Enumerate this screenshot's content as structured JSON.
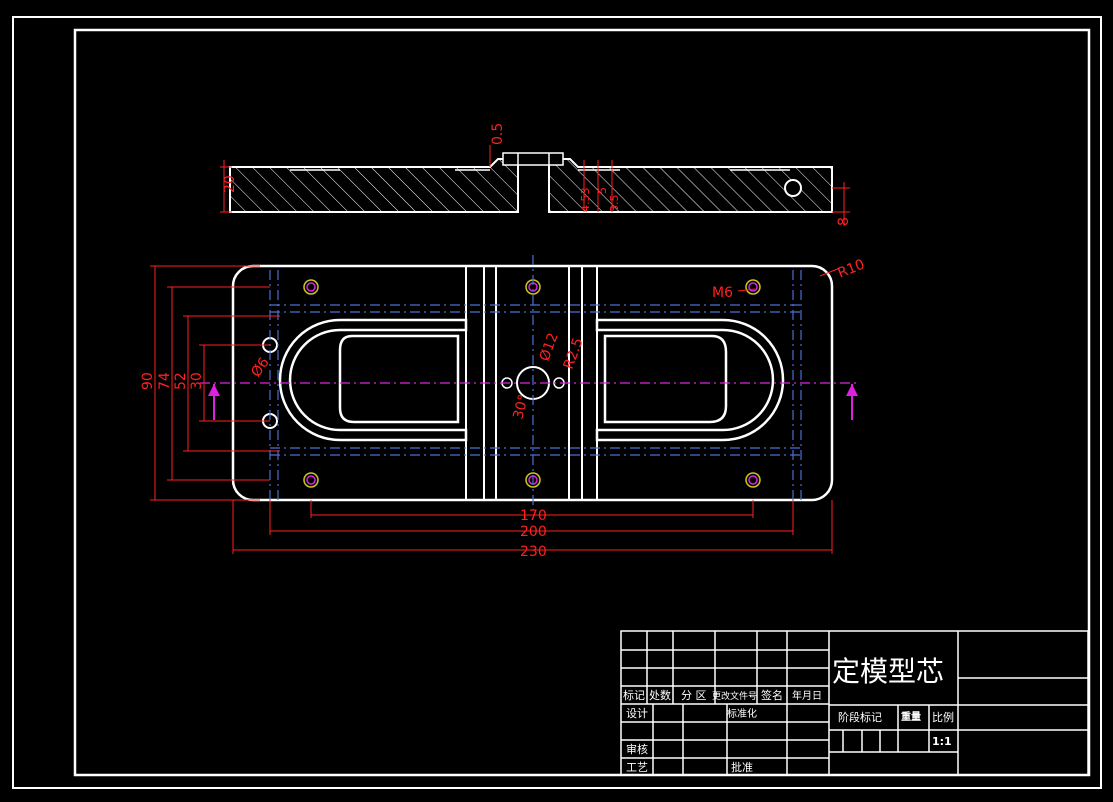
{
  "drawing": {
    "colors": {
      "background": "#000000",
      "outline": "#ffffff",
      "dimension": "#ff2020",
      "centerline": "#4a6fd0",
      "section_arrow": "#e020e0",
      "thread": "#c8c820"
    },
    "side_view": {
      "dim_thickness": "20",
      "dim_step": "0.5",
      "dim_hole_offset": "8",
      "dim_small_a": "4.53",
      "dim_small_b": "3.5",
      "dim_small_c": "5"
    },
    "top_view": {
      "dim_length_170": "170",
      "dim_length_200": "200",
      "dim_length_230": "230",
      "dim_height_90": "90",
      "dim_height_74": "74",
      "dim_height_52": "52",
      "dim_height_30": "30",
      "dim_corner_radius": "R10",
      "dim_thread": "M6",
      "dim_pin_hole": "Ø6",
      "dim_center_hole": "Ø12",
      "dim_gate_radius": "R2.5",
      "dim_gate_angle": "30°"
    }
  },
  "title_block": {
    "part_name": "定模型芯",
    "row_labels": [
      "标记",
      "处数",
      "分 区",
      "更改文件号",
      "签名",
      "年月日"
    ],
    "design": "设计",
    "standardize": "标准化",
    "review": "审核",
    "process": "工艺",
    "approve": "批准",
    "stage_mark": "阶段标记",
    "weight": "重量",
    "scale_label": "比例",
    "scale_value": "1:1"
  }
}
